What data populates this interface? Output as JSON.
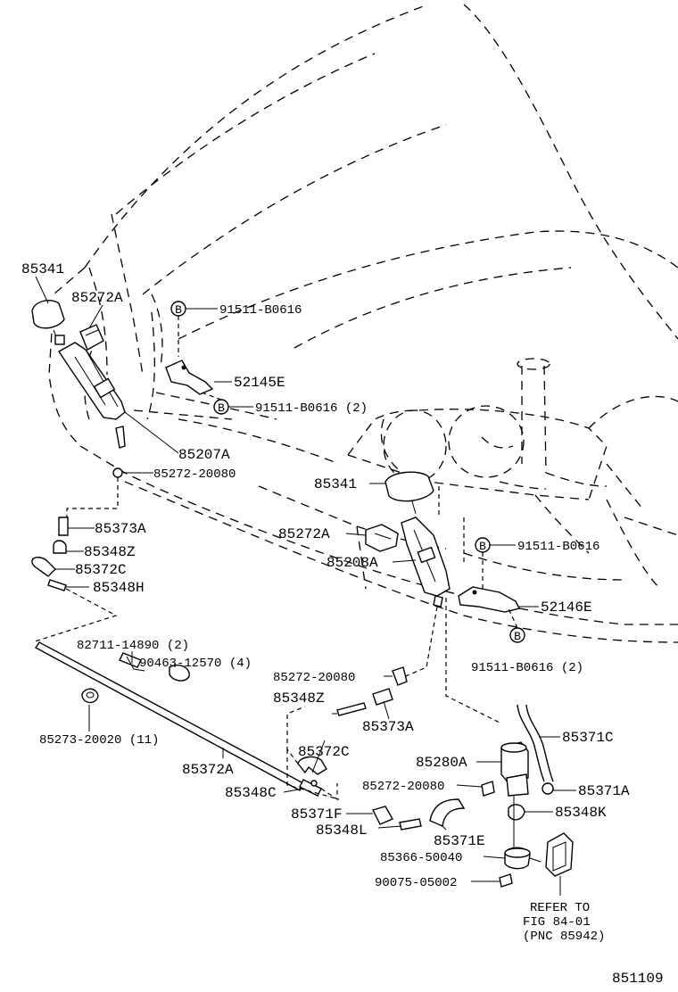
{
  "labels": {
    "p85341_left": "85341",
    "p85272a_left": "85272A",
    "p91511_b0616_top": "91511-B0616",
    "p52145e": "52145E",
    "p91511_b0616_2_left": "91511-B0616 (2)",
    "p85207a": "85207A",
    "p85272_20080_top": "85272-20080",
    "p85373a_left": "85373A",
    "p85348z_left": "85348Z",
    "p85372c_left": "85372C",
    "p85348h": "85348H",
    "p85341_right": "85341",
    "p85272a_right": "85272A",
    "p85208a": "85208A",
    "p91511_b0616_right": "91511-B0616",
    "p52146e": "52146E",
    "p91511_b0616_2_right": "91511-B0616 (2)",
    "p82711_14890": "82711-14890 (2)",
    "p90463_12570": "90463-12570 (4)",
    "p85273_20020": "85273-20020 (11)",
    "p85372a": "85372A",
    "p85272_20080_mid": "85272-20080",
    "p85348z_mid": "85348Z",
    "p85372c_mid": "85372C",
    "p85373a_mid": "85373A",
    "p85371c": "85371C",
    "p85280a": "85280A",
    "p85272_20080_bot": "85272-20080",
    "p85371a": "85371A",
    "p85348c": "85348C",
    "p85371f": "85371F",
    "p85348l": "85348L",
    "p85371e": "85371E",
    "p85348k": "85348K",
    "p85366_50040": "85366-50040",
    "p90075_05002": "90075-05002",
    "refer_line1": "REFER TO",
    "refer_line2": "FIG 84-01",
    "refer_line3": "(PNC 85942)",
    "diagram_id": "851109",
    "bolt_letter": "B"
  }
}
